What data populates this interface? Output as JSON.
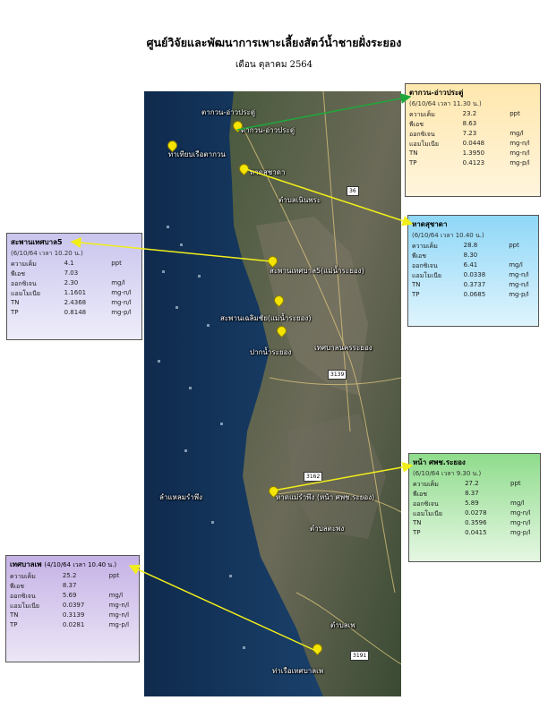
{
  "header": {
    "title": "ศูนย์วิจัยและพัฒนาการเพาะเลี้ยงสัตว์น้ำชายฝั่งระยอง",
    "subtitle": "เดือน ตุลาคม 2564"
  },
  "map_labels": {
    "l1": "ตากวน-อ่าวประดู่",
    "l2": "ตากวน-อ่าวประดู่",
    "l3": "ท่าเทียบเรือตากวน",
    "l4": "หาดสุชาดา",
    "l5": "ตำบลเนินพระ",
    "l6": "สะพานเทศบาล5(แม่น้ำระยอง)",
    "l7": "สะพานเฉลิมชัย(แม่น้ำระยอง)",
    "l8": "ปากน้ำระยอง",
    "l9": "เทศบาลนครระยอง",
    "l10": "ลำแหลมรำพึง",
    "l11": "หาดแม่รำพึง (หน้า ศพช.ระยอง)",
    "l12": "ตำบลตะพง",
    "l13": "ตำบลเพ",
    "l14": "ท่าเรือเทศบาลเพ"
  },
  "road_shields": {
    "s1": "36",
    "s2": "3139",
    "s3": "3162",
    "s4": "3191"
  },
  "stations": [
    {
      "name": "ตากวน-อ่าวประดู่",
      "datetime": "(6/10/64 เวลา 11.30 น.)",
      "rows": [
        {
          "k": "ความเค็ม",
          "v": "23.2",
          "u": "ppt"
        },
        {
          "k": "พีเอช",
          "v": "8.63",
          "u": ""
        },
        {
          "k": "ออกซิเจน",
          "v": "7.23",
          "u": "mg/l"
        },
        {
          "k": "แอมโมเนีย",
          "v": "0.0448",
          "u": "mg-n/l"
        },
        {
          "k": "TN",
          "v": "1.3950",
          "u": "mg-n/l"
        },
        {
          "k": "TP",
          "v": "0.4123",
          "u": "mg-p/l"
        }
      ]
    },
    {
      "name": "หาดสุชาดา",
      "datetime": "(6/10/64 เวลา 10.40 น.)",
      "rows": [
        {
          "k": "ความเค็ม",
          "v": "28.8",
          "u": "ppt"
        },
        {
          "k": "พีเอช",
          "v": "8.30",
          "u": ""
        },
        {
          "k": "ออกซิเจน",
          "v": "6.41",
          "u": "mg/l"
        },
        {
          "k": "แอมโมเนีย",
          "v": "0.0338",
          "u": "mg-n/l"
        },
        {
          "k": "TN",
          "v": "0.3737",
          "u": "mg-n/l"
        },
        {
          "k": "TP",
          "v": "0.0685",
          "u": "mg-p/l"
        }
      ]
    },
    {
      "name": "สะพานเทศบาล5",
      "datetime": "(6/10/64 เวลา 10.20 น.)",
      "rows": [
        {
          "k": "ความเค็ม",
          "v": "4.1",
          "u": "ppt"
        },
        {
          "k": "พีเอช",
          "v": "7.03",
          "u": ""
        },
        {
          "k": "ออกซิเจน",
          "v": "2.30",
          "u": "mg/l"
        },
        {
          "k": "แอมโมเนีย",
          "v": "1.1601",
          "u": "mg-n/l"
        },
        {
          "k": "TN",
          "v": "2.4368",
          "u": "mg-n/l"
        },
        {
          "k": "TP",
          "v": "0.8148",
          "u": "mg-p/l"
        }
      ]
    },
    {
      "name": "หน้า ศพช.ระยอง",
      "datetime": "(6/10/64 เวลา 9.30 น.)",
      "rows": [
        {
          "k": "ความเค็ม",
          "v": "27.2",
          "u": "ppt"
        },
        {
          "k": "พีเอช",
          "v": "8.37",
          "u": ""
        },
        {
          "k": "ออกซิเจน",
          "v": "5.89",
          "u": "mg/l"
        },
        {
          "k": "แอมโมเนีย",
          "v": "0.0278",
          "u": "mg-n/l"
        },
        {
          "k": "TN",
          "v": "0.3596",
          "u": "mg-n/l"
        },
        {
          "k": "TP",
          "v": "0.0415",
          "u": "mg-p/l"
        }
      ]
    },
    {
      "name": "เทศบาลเพ",
      "datetime": "(4/10/64 เวลา 10.40 น.)",
      "rows": [
        {
          "k": "ความเค็ม",
          "v": "25.2",
          "u": "ppt"
        },
        {
          "k": "พีเอช",
          "v": "8.37",
          "u": ""
        },
        {
          "k": "ออกซิเจน",
          "v": "5.69",
          "u": "mg/l"
        },
        {
          "k": "แอมโมเนีย",
          "v": "0.0397",
          "u": "mg-n/l"
        },
        {
          "k": "TN",
          "v": "0.3139",
          "u": "mg-n/l"
        },
        {
          "k": "TP",
          "v": "0.0281",
          "u": "mg-p/l"
        }
      ]
    }
  ],
  "colors": {
    "connector_yellow": "#f2ee1a",
    "connector_green": "#1fa83a",
    "sea": "#173a63",
    "land": "#3c4a35"
  }
}
